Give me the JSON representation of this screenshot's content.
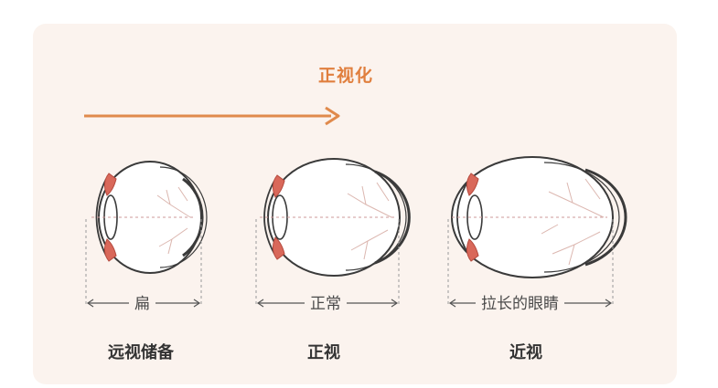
{
  "title": "正视化",
  "eyes": [
    {
      "dimension_label": "扁",
      "caption": "远视储备"
    },
    {
      "dimension_label": "正常",
      "caption": "正视"
    },
    {
      "dimension_label": "拉长的眼睛",
      "caption": "近视"
    }
  ],
  "colors": {
    "arrow": "#e08a4c",
    "title": "#e07f3e",
    "iris": "#d9685a",
    "outline": "#3a3a3a",
    "vessels": "#dcb7b0",
    "background_panel": "#fbf3ee"
  }
}
